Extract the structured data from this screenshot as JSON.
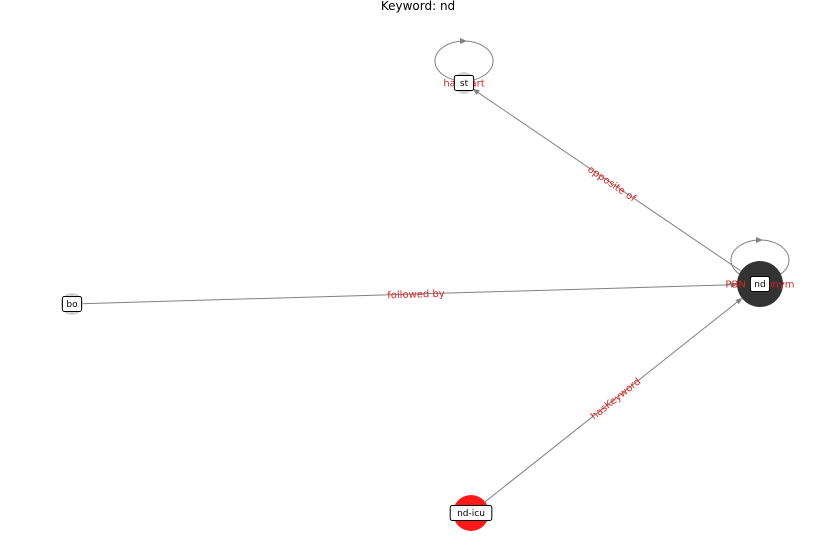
{
  "title": "Keyword: nd",
  "colors": {
    "edge": "#808080",
    "edge_label": "#d62728",
    "node_dark": "#333333",
    "node_red": "#ff1a1a",
    "node_light": "#d3d3d3",
    "label_box_border": "#000000",
    "label_box_fill": "#ffffff"
  },
  "nodes": [
    {
      "id": "st",
      "label": "st",
      "kind": "light"
    },
    {
      "id": "nd",
      "label": "nd",
      "kind": "dark"
    },
    {
      "id": "bo",
      "label": "bo",
      "kind": "light"
    },
    {
      "id": "nd-icu",
      "label": "nd-icu",
      "kind": "red"
    }
  ],
  "edges": [
    {
      "source": "nd",
      "target": "st",
      "label": "opposite of"
    },
    {
      "source": "bo",
      "target": "nd",
      "label": "followed by"
    },
    {
      "source": "nd-icu",
      "target": "nd",
      "label": "hasKeyword"
    },
    {
      "source": "st",
      "target": "st",
      "label": "has part",
      "self_loop": true
    },
    {
      "source": "nd",
      "target": "nd",
      "label": "PBN synonym",
      "self_loop": true
    }
  ]
}
